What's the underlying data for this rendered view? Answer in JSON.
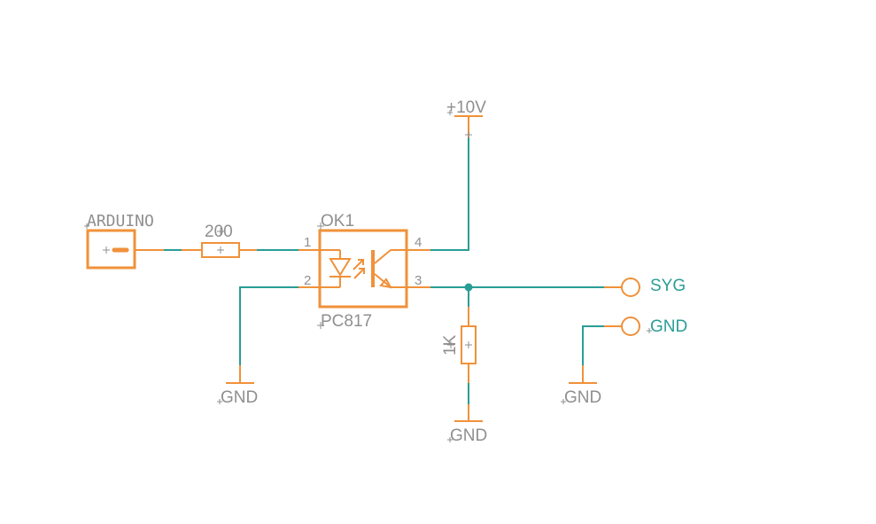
{
  "colors": {
    "wire": "#2a9d96",
    "part": "#f0913a",
    "text": "#8f8f8f",
    "background": "#ffffff"
  },
  "components": {
    "connector": {
      "label": "ARDUINO"
    },
    "resistor_r1": {
      "value": "200"
    },
    "optocoupler": {
      "name": "OK1",
      "model": "PC817",
      "pins": {
        "p1": "1",
        "p2": "2",
        "p3": "3",
        "p4": "4"
      }
    },
    "resistor_r2": {
      "value": "1K"
    }
  },
  "power": {
    "supply": "+10V",
    "ground": "GND"
  },
  "nets": {
    "output": "SYG",
    "ground": "GND"
  }
}
